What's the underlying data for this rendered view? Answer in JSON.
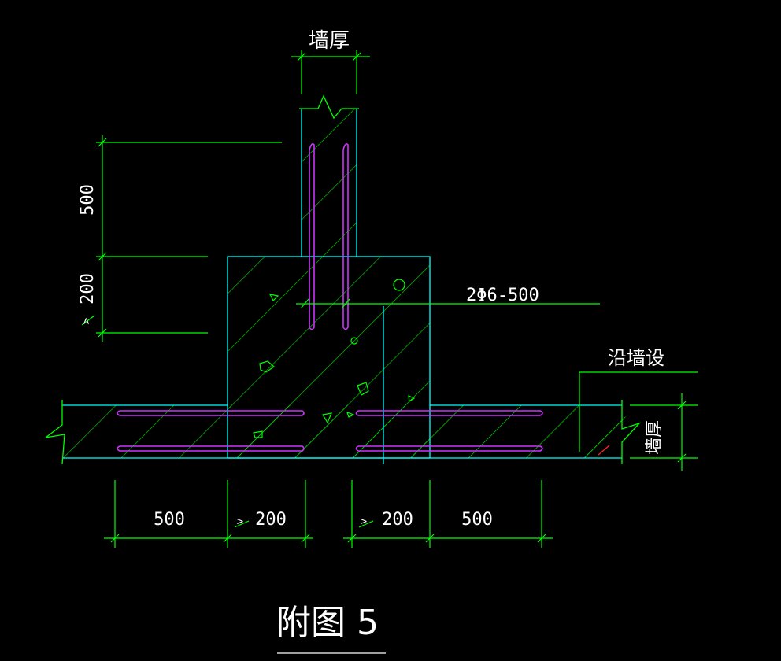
{
  "labels": {
    "wall_thickness_top": "墙厚",
    "wall_thickness_right": "墙厚",
    "along_wall": "沿墙设",
    "rebar_spec": "2Φ6-500",
    "figure_title": "附图 5"
  },
  "dimensions": {
    "left_upper": "500",
    "left_lower": "200",
    "left_lower_prefix": ">",
    "bottom_outer_left": "500",
    "bottom_inner_left": "200",
    "bottom_inner_left_prefix": ">",
    "bottom_inner_right": "200",
    "bottom_inner_right_prefix": ">",
    "bottom_outer_right": "500"
  },
  "colors": {
    "background": "#000000",
    "dimension": "#00ff00",
    "outline": "#00ffff",
    "hatch": "#00e000",
    "rebar": "#cc33ff",
    "text": "#ffffff",
    "accent": "#ff2020"
  }
}
